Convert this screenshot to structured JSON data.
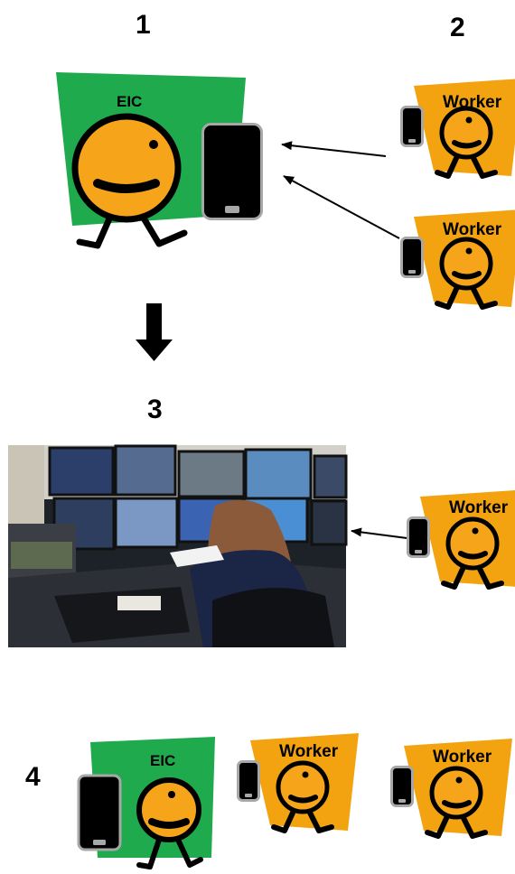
{
  "steps": {
    "step1": "1",
    "step2": "2",
    "step3": "3",
    "step4": "4"
  },
  "labels": {
    "eic": "EIC",
    "worker": "Worker"
  },
  "colors": {
    "eic_bg": "#1faa4e",
    "worker_bg": "#f2a30f",
    "face": "#f6a51a",
    "phone_border": "#a7a7a7",
    "phone_body": "#000000"
  },
  "photo": {
    "subject": "control-room-operator"
  }
}
